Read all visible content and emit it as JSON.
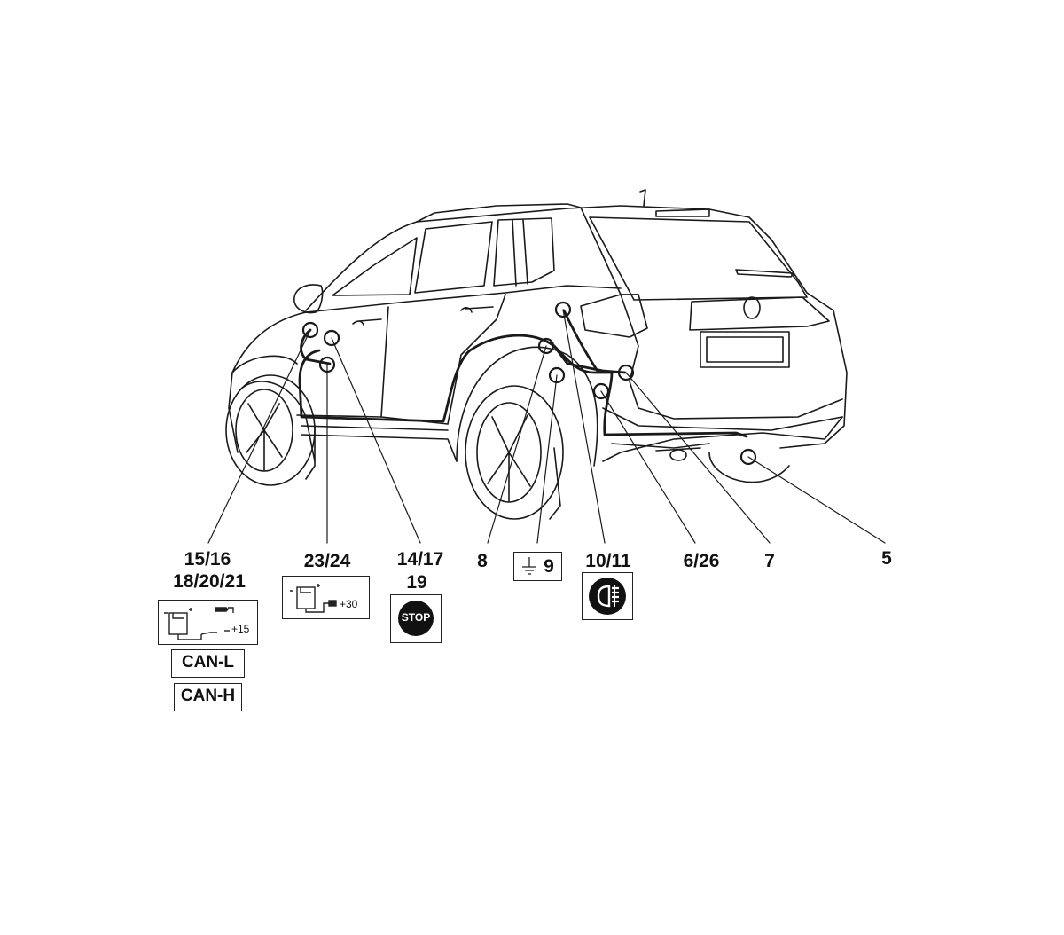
{
  "callouts": [
    {
      "id": "c15",
      "text": "15/16"
    },
    {
      "id": "c18",
      "text": "18/20/21"
    },
    {
      "id": "c23",
      "text": "23/24"
    },
    {
      "id": "c14",
      "text": "14/17"
    },
    {
      "id": "c19",
      "text": "19"
    },
    {
      "id": "c8",
      "text": "8"
    },
    {
      "id": "c9",
      "text": "9"
    },
    {
      "id": "c10",
      "text": "10/11"
    },
    {
      "id": "c6",
      "text": "6/26"
    },
    {
      "id": "c7",
      "text": "7"
    },
    {
      "id": "c5",
      "text": "5"
    }
  ],
  "symbols": {
    "ignition_plus": "+15",
    "battery_plus": "+30",
    "stop_text": "STOP",
    "can_l": "CAN-L",
    "can_h": "CAN-H"
  },
  "icons": [
    "battery-ignition-icon",
    "battery-permanent-icon",
    "stop-icon",
    "ground-icon",
    "fog-light-icon"
  ]
}
